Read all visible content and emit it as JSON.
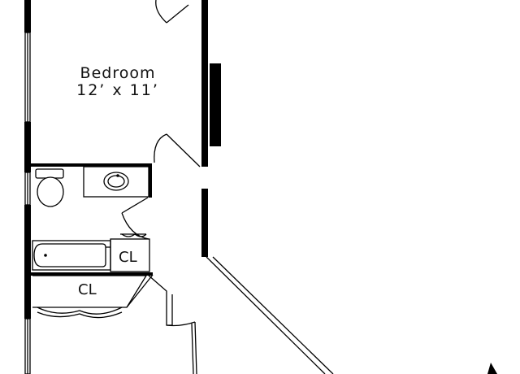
{
  "floorplan": {
    "rooms": [
      {
        "name": "Bedroom",
        "dimensions": "12’ x 11’"
      }
    ],
    "closets": [
      {
        "label": "CL"
      },
      {
        "label": "CL"
      }
    ]
  }
}
